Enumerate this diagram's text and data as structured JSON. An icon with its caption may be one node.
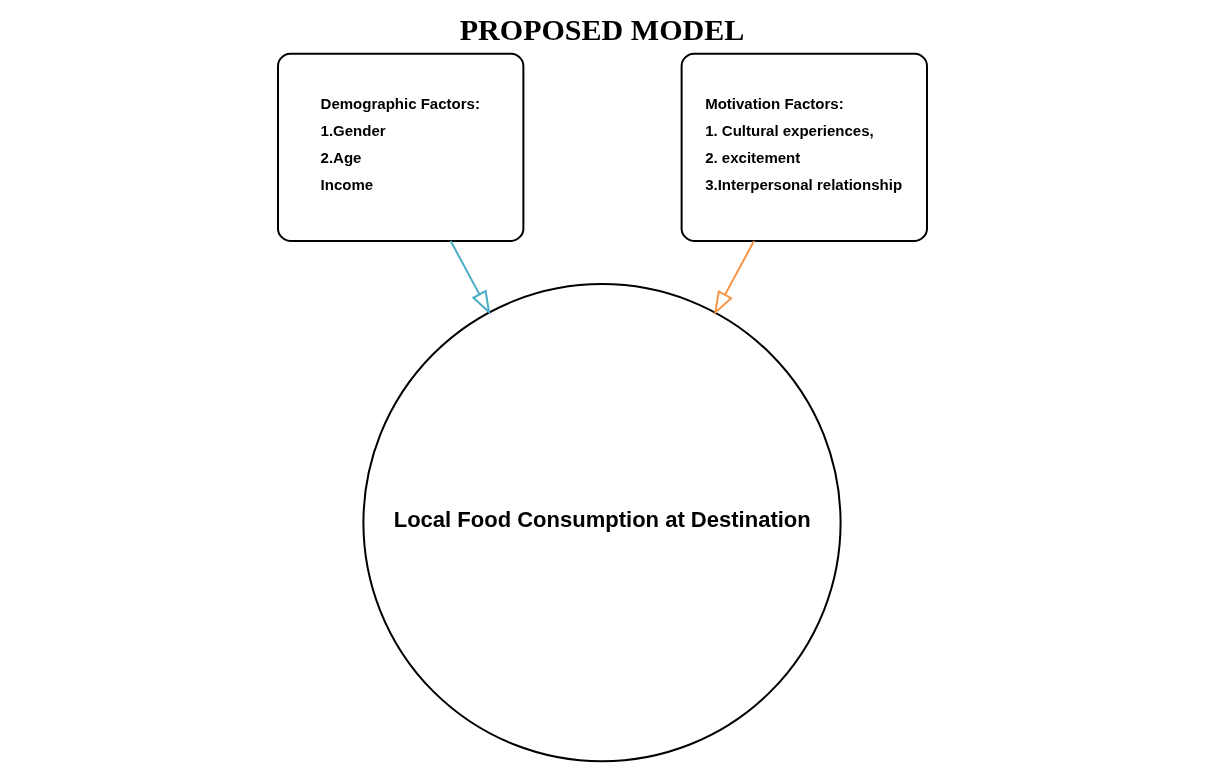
{
  "diagram": {
    "title": "PROPOSED MODEL",
    "nodes": [
      {
        "text": [
          "Demographic Factors:",
          "1.Gender",
          "2.Age",
          "Income"
        ]
      },
      {
        "text": [
          "Motivation Factors:",
          "1. Cultural experiences,",
          "2. excitement",
          "3.Interpersonal relationship"
        ]
      },
      {
        "text": [
          "Local Food Consumption at Destination"
        ]
      }
    ],
    "edges": [
      {
        "from": 0,
        "to": 2,
        "arrow": "to",
        "color": "#4bacc6"
      },
      {
        "from": 1,
        "to": 2,
        "arrow": "to",
        "color": "#f79646"
      }
    ]
  }
}
